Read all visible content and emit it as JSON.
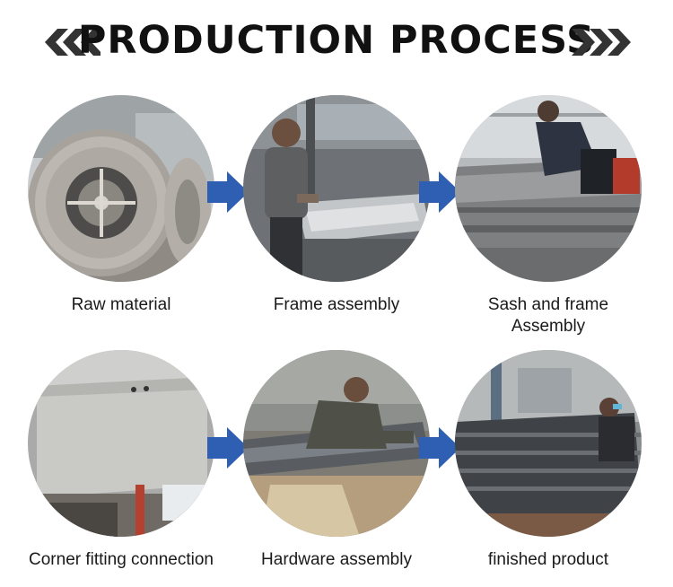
{
  "header": {
    "title": "PRODUCTION PROCESS"
  },
  "steps": [
    {
      "label": "Raw material"
    },
    {
      "label": "Frame assembly"
    },
    {
      "label": "Sash and frame",
      "label2": "Assembly"
    },
    {
      "label": "Corner fitting connection"
    },
    {
      "label": "Hardware assembly"
    },
    {
      "label": "finished product"
    }
  ],
  "colors": {
    "arrow": "#2f5fb3",
    "chevron": "#333333",
    "title": "#111111"
  }
}
